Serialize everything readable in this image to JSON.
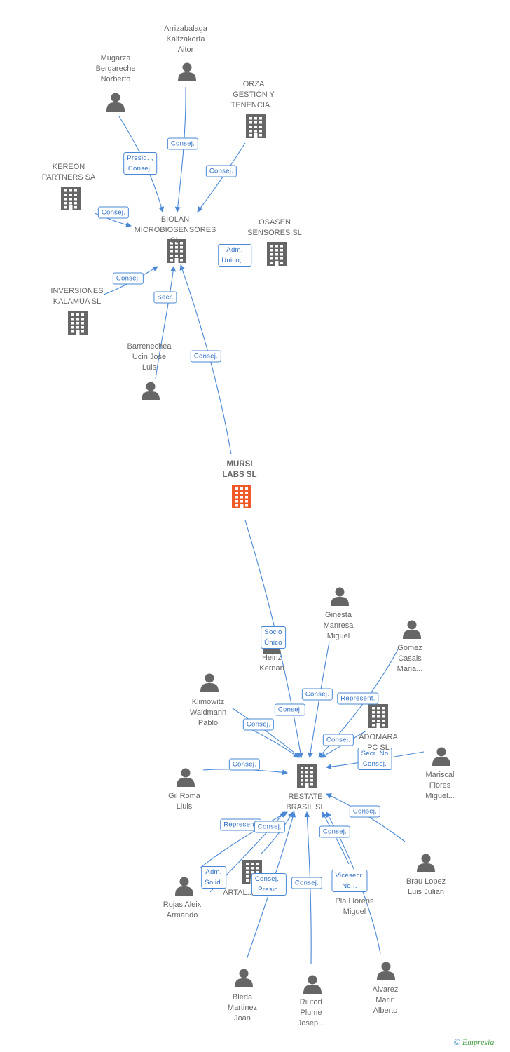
{
  "colors": {
    "edge": "#4a88d6",
    "icon": "#666666",
    "focus": "#f05a28"
  },
  "nodes": [
    {
      "id": "mursi",
      "label": "MURSI\nLABS SL",
      "type": "company",
      "focus": true
    },
    {
      "id": "biolan",
      "label": "BIOLAN\nMICROBIOSENSORES SL",
      "type": "company"
    },
    {
      "id": "arrizabalaga",
      "label": "Arrizabalaga\nKaltzakorta\nAitor",
      "type": "person"
    },
    {
      "id": "mugarza",
      "label": "Mugarza\nBergareche\nNorberto",
      "type": "person"
    },
    {
      "id": "orza",
      "label": "ORZA\nGESTION Y\nTENENCIA...",
      "type": "company"
    },
    {
      "id": "kereon",
      "label": "KEREON\nPARTNERS SA",
      "type": "company"
    },
    {
      "id": "osasen",
      "label": "OSASEN\nSENSORES SL",
      "type": "company"
    },
    {
      "id": "inversiones",
      "label": "INVERSIONES\nKALAMUA SL",
      "type": "company"
    },
    {
      "id": "barrenechea",
      "label": "Barrenechea\nUcin Jose\nLuis",
      "type": "person"
    },
    {
      "id": "restate",
      "label": "RESTATE\nBRASIL SL",
      "type": "company"
    },
    {
      "id": "ginesta",
      "label": "Ginesta\nManresa\nMiguel",
      "type": "person"
    },
    {
      "id": "gomez",
      "label": "Gomez\nCasals\nMaria...",
      "type": "person"
    },
    {
      "id": "heinz",
      "label": "Heinz\nKernan",
      "type": "person"
    },
    {
      "id": "klimowitz",
      "label": "Klimowitz\nWaldmann\nPablo",
      "type": "person"
    },
    {
      "id": "adomara",
      "label": "ADOMARA\nPC SL",
      "type": "company"
    },
    {
      "id": "mariscal",
      "label": "Mariscal\nFlores\nMiguel...",
      "type": "person"
    },
    {
      "id": "gilroma",
      "label": "Gil Roma\nLluis",
      "type": "person"
    },
    {
      "id": "brau",
      "label": "Brau Lopez\nLuis Julian",
      "type": "person"
    },
    {
      "id": "artal",
      "label": "ARTAL...",
      "type": "company"
    },
    {
      "id": "rojas",
      "label": "Rojas Aleix\nArmando",
      "type": "person"
    },
    {
      "id": "plallorens",
      "label": "Pla Llorens\nMiguel",
      "type": "person"
    },
    {
      "id": "bleda",
      "label": "Bleda\nMartinez\nJoan",
      "type": "person"
    },
    {
      "id": "riutort",
      "label": "Riutort\nPlume\nJosep...",
      "type": "person"
    },
    {
      "id": "alvarez",
      "label": "Alvarez\nMarin\nAlberto",
      "type": "person"
    }
  ],
  "edges": [
    {
      "label": "Consej."
    },
    {
      "label": "Presid. ,\nConsej."
    },
    {
      "label": "Consej."
    },
    {
      "label": "Consej."
    },
    {
      "label": "Adm.\nUnico,..."
    },
    {
      "label": "Consej."
    },
    {
      "label": "Secr."
    },
    {
      "label": "Consej."
    },
    {
      "label": "Socio\nÚnico"
    },
    {
      "label": "Consej."
    },
    {
      "label": "Represent."
    },
    {
      "label": "Consej."
    },
    {
      "label": "Consej."
    },
    {
      "label": "Consej."
    },
    {
      "label": "Secr. No\nConsej."
    },
    {
      "label": "Consej."
    },
    {
      "label": "Consej."
    },
    {
      "label": "Represent."
    },
    {
      "label": "Consej."
    },
    {
      "label": "Consej."
    },
    {
      "label": "Adm.\nSolid."
    },
    {
      "label": "Consej. ,\nPresid."
    },
    {
      "label": "Consej."
    },
    {
      "label": "Vicesecr.\nNo..."
    }
  ],
  "footer": {
    "copyright": "©",
    "brand": "Empresia"
  }
}
